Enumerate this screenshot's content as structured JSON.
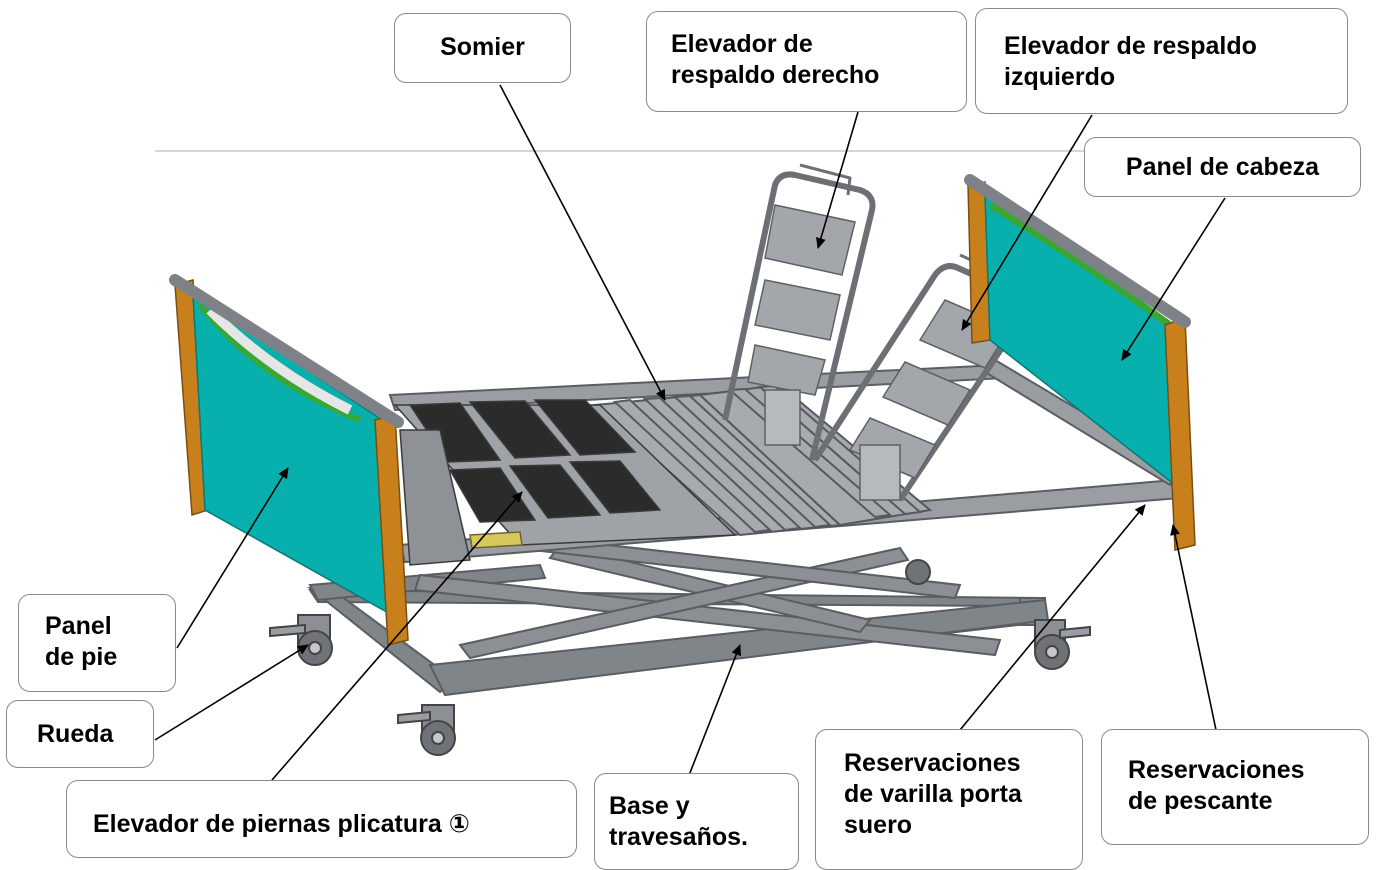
{
  "diagram": {
    "subject": "Hospital bed parts",
    "colors": {
      "panel_teal": "#07b0ac",
      "panel_trim_green": "#3aa635",
      "wood_post": "#c8801c",
      "frame_gray": "#7e8288",
      "frame_dark": "#5a5e63",
      "rail_silver": "#b4b8bc",
      "strap_black": "#2b2b2b",
      "leader_line": "#000000"
    },
    "labels": {
      "somier": "Somier",
      "elevador_respaldo_derecho": "Elevador de\nrespaldo derecho",
      "elevador_respaldo_izquierdo": "Elevador de respaldo\nizquierdo",
      "panel_cabeza": "Panel de cabeza",
      "panel_pie": "Panel\nde pie",
      "rueda": "Rueda",
      "elevador_piernas": "Elevador de piernas plicatura ①",
      "base_travesanos": "Base y\ntravesaños.",
      "reservaciones_varilla": "Reservaciones\nde varilla porta\nsuero",
      "reservaciones_pescante": "Reservaciones\nde pescante"
    }
  }
}
